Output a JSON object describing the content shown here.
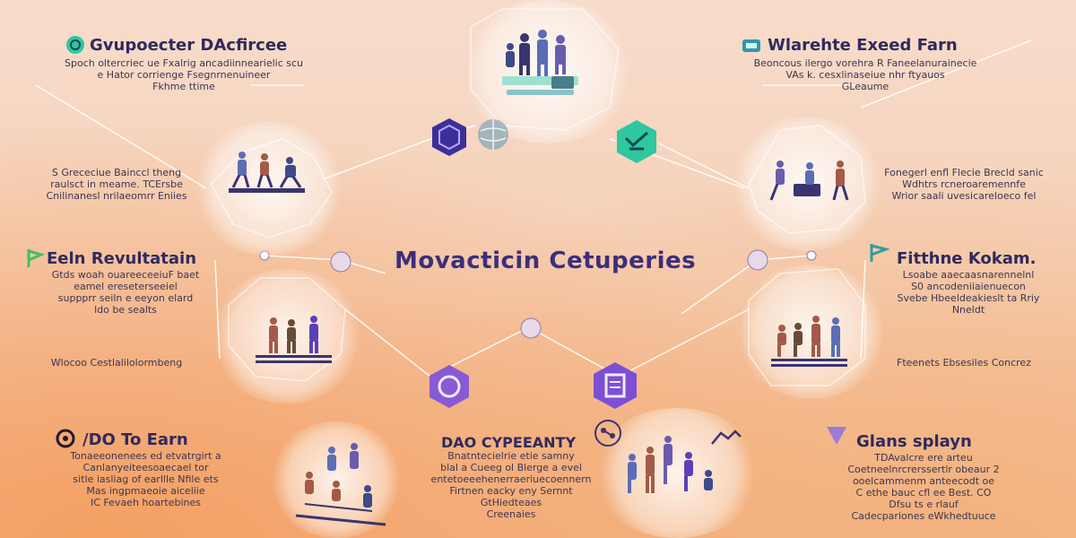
{
  "center": {
    "title": "Movacticin Cetuperies"
  },
  "colors": {
    "accent_purple": "#5b3fb8",
    "accent_teal": "#2fc7a0",
    "line": "#ffffff",
    "text_dark": "#2f2a5e"
  },
  "blocks": {
    "top_left": {
      "title": "Gvupoecter DAcfircee",
      "desc": "Spoch oltercriec ue Fxalrig ancadiinnearielic scu\ne Hator corrienge Fsegnrnenuineer\nFkhme ttime",
      "icon": "teal-ring-icon"
    },
    "top_right": {
      "title": "Wlarehte Exeed Farn",
      "desc": "Beoncous ilergo vorehra R Faneelanurainecie\nVAs k. cesxlinaseiue nhr ftyauos\nGLeaume",
      "icon": "teal-chip-icon"
    },
    "mid_left_1": {
      "desc": "S Grececiue Bainccl theng\nraulsct in meame. TCErsbe\nCnilinanesl nrilaeomrr Eniies"
    },
    "mid_right_1": {
      "desc": "Fonegerl enfl Flecie Brecld sanic\nWdhtrs rcneroaremennfe\nWrior saali uvesicareloeco fel"
    },
    "mid_left_2": {
      "title": "Eeln Revultatain",
      "desc": "Gtds woah ouareeceeiuF baet\neamel ereseterseeiel\nsuppprr seiln e eeyon elard\nldo be sealts",
      "icon": "green-flag-icon"
    },
    "mid_right_2": {
      "title": "Fitthne Kokam.",
      "desc": "Lsoabe aaecaasnarennelnl\nS0 ancodeniiaienuecon\nSvebe Hbeeldeakieslt ta Rriy\nNneldt",
      "icon": "green-flag-icon"
    },
    "low_left": {
      "desc": "Wlocoo Cestlalilolormbeng"
    },
    "low_right": {
      "desc": "Fteenets Ebsesiles Concrez"
    },
    "bottom_left": {
      "title": "/DO To Earn",
      "desc": "Tonaeeonenees ed etvatrgirt a\nCanlanyeiteesoaecael tor\nsitle iasliag of earllle Nfile ets\nMas ingpmaeoie aiceliie\nIC Fevaeh hoartebines",
      "icon": "eye-ring-icon"
    },
    "bottom_center": {
      "title": "DAO CYPEEANTY",
      "desc": "Bnatntecielrie etie samny\nblal a Cueeg ol Blerge a evel\nentetoeeehenerraeriuecoennern\nFirtnen eacky eny Sernnt\nGtHiedteaes\nCreenaies",
      "icon": ""
    },
    "bottom_right": {
      "title": "Glans splayn",
      "desc": "TDAvalcre ere arteu\nCoetneelnrcrerssertlr obeaur 2\nooelcammenm anteecodt oe\nC ethe bauc cfl ee Best. CO\nDfsu ts e rlauf\nCadecpariones eWkhedtuuce",
      "icon": "purple-pennant-icon"
    }
  }
}
